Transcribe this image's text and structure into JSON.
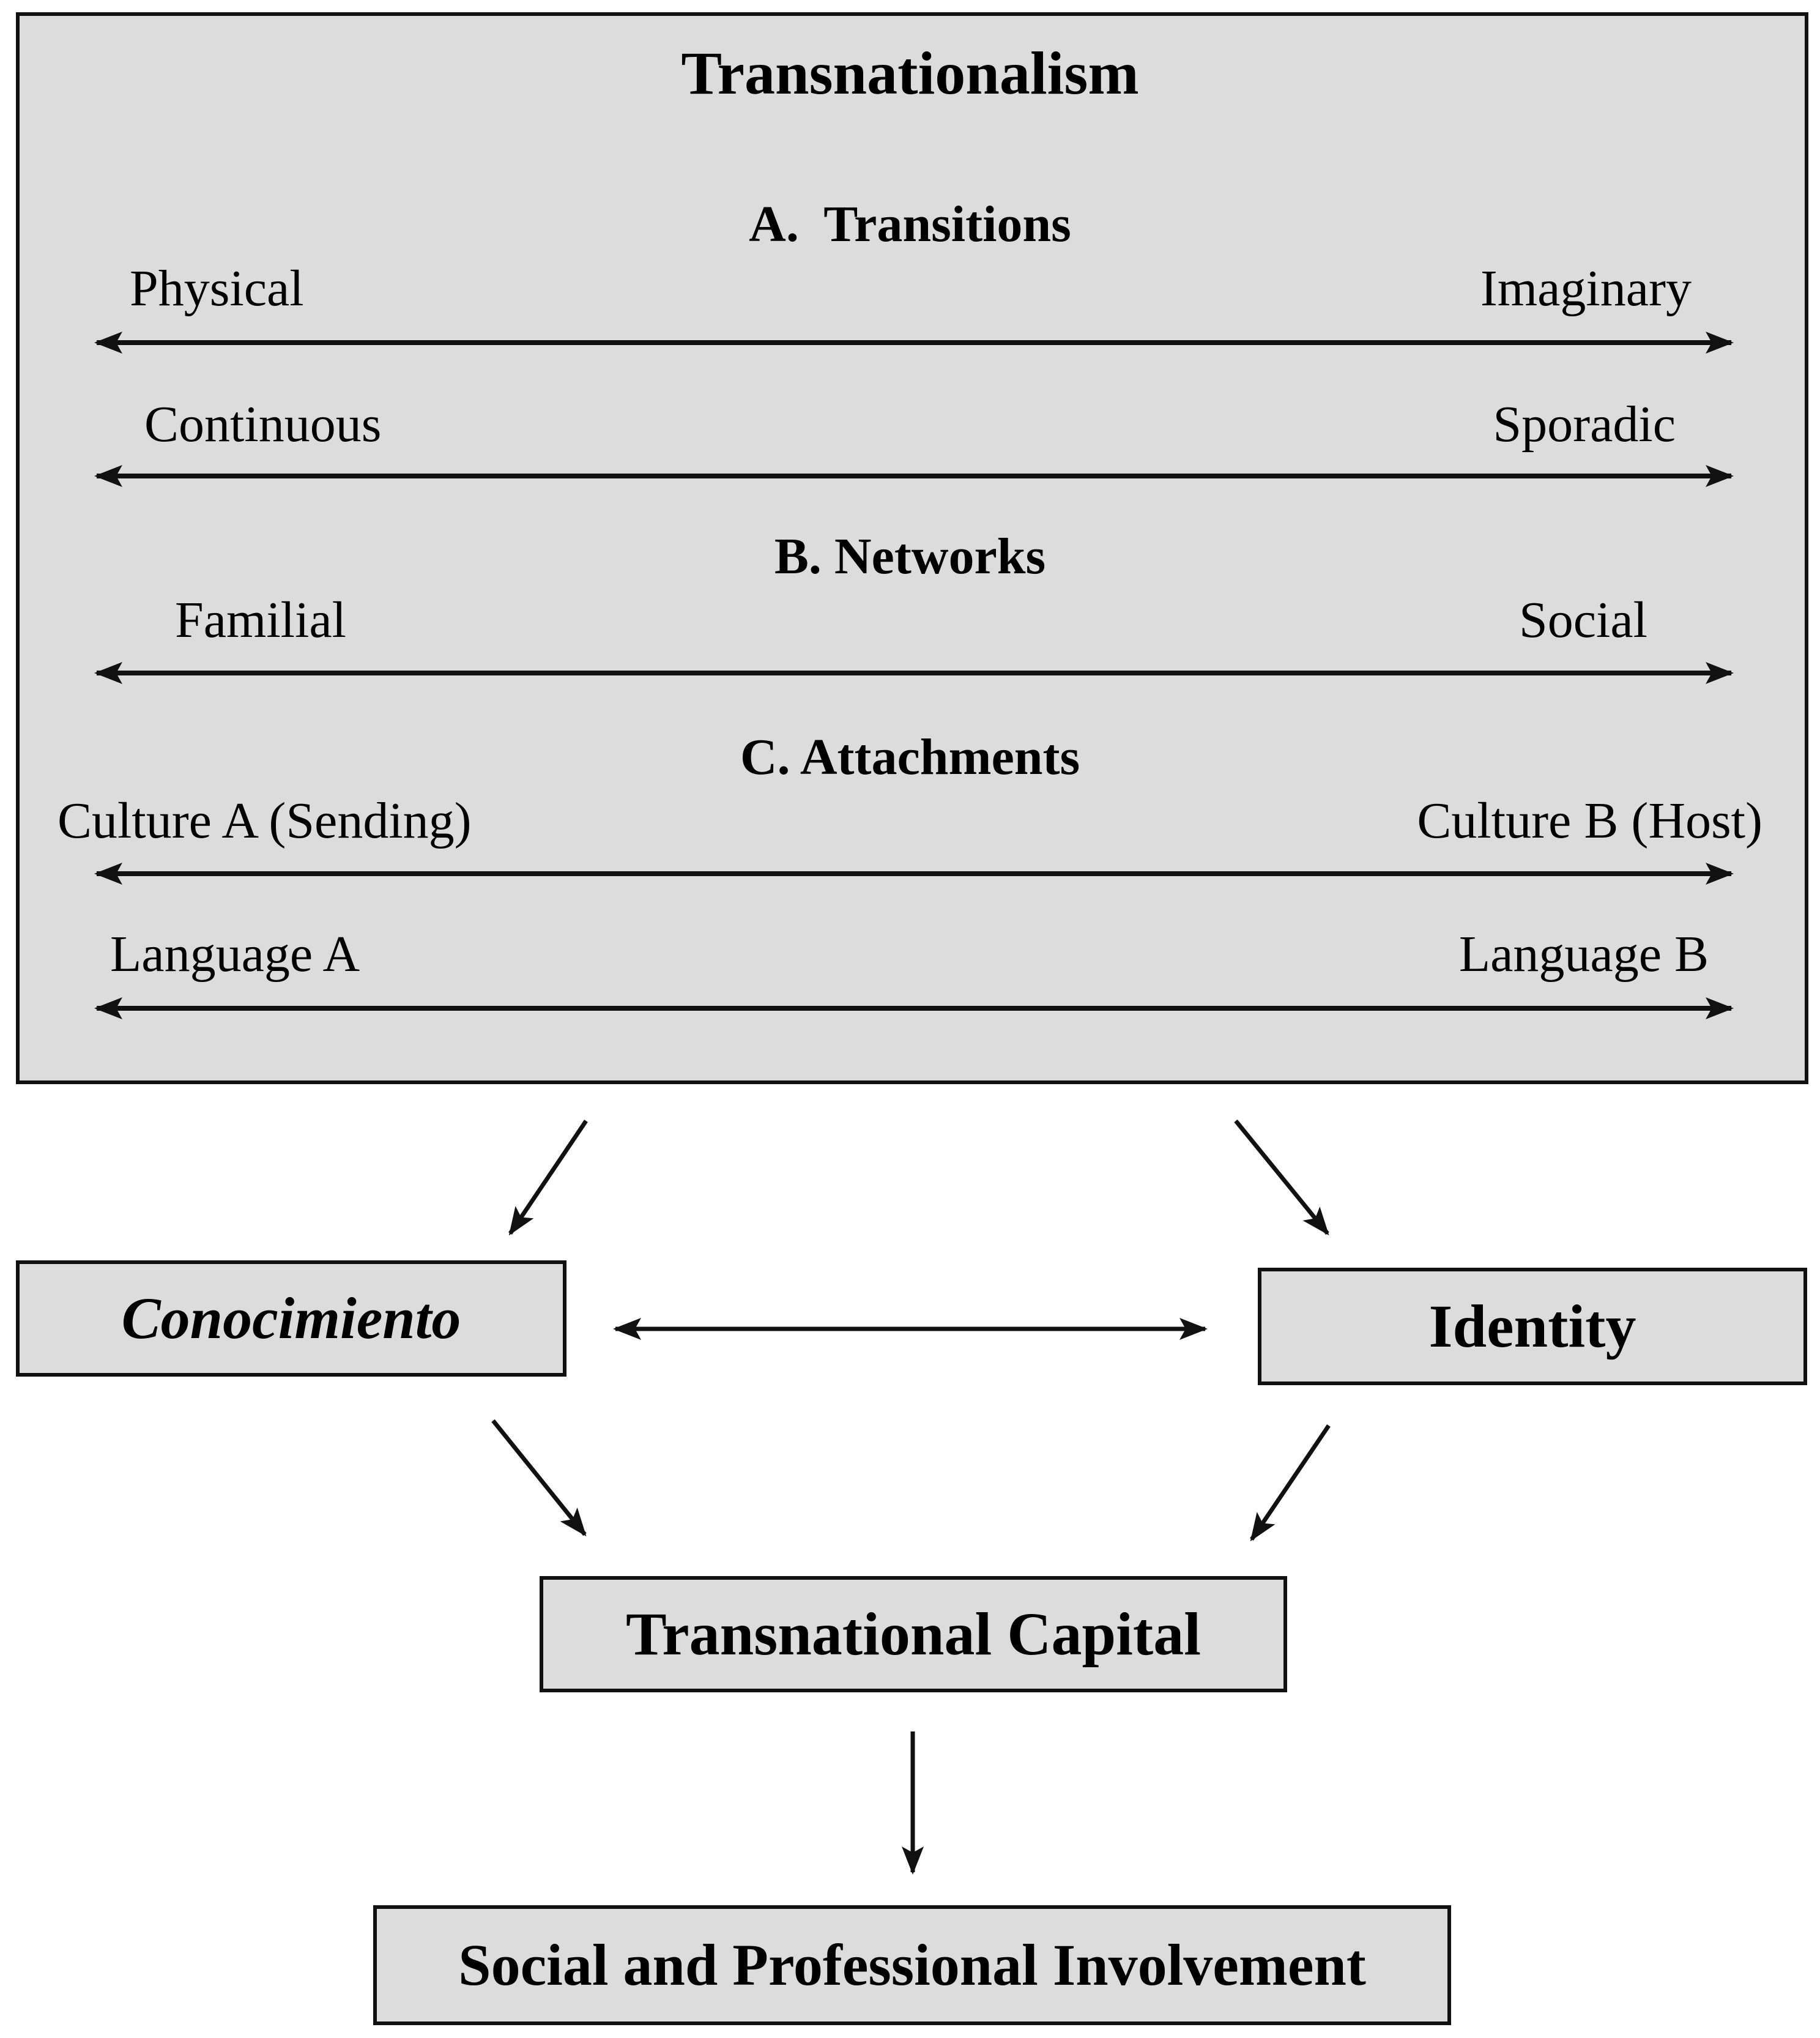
{
  "main_box": {
    "title": "Transnationalism",
    "sections": [
      {
        "heading": "A.  Transitions",
        "scales": [
          {
            "left": "Physical",
            "right": "Imaginary"
          },
          {
            "left": "Continuous",
            "right": "Sporadic"
          }
        ]
      },
      {
        "heading": "B. Networks",
        "scales": [
          {
            "left": "Familial",
            "right": "Social"
          }
        ]
      },
      {
        "heading": "C. Attachments",
        "scales": [
          {
            "left": "Culture A (Sending)",
            "right": "Culture B (Host)"
          },
          {
            "left": "Language A",
            "right": "Language B"
          }
        ]
      }
    ]
  },
  "boxes": {
    "conocimiento": "Conocimiento",
    "identity": "Identity",
    "transnational_capital": "Transnational Capital",
    "involvement": "Social and Professional Involvement"
  },
  "colors": {
    "box_fill": "#dcdcdc",
    "stroke": "#111111"
  }
}
